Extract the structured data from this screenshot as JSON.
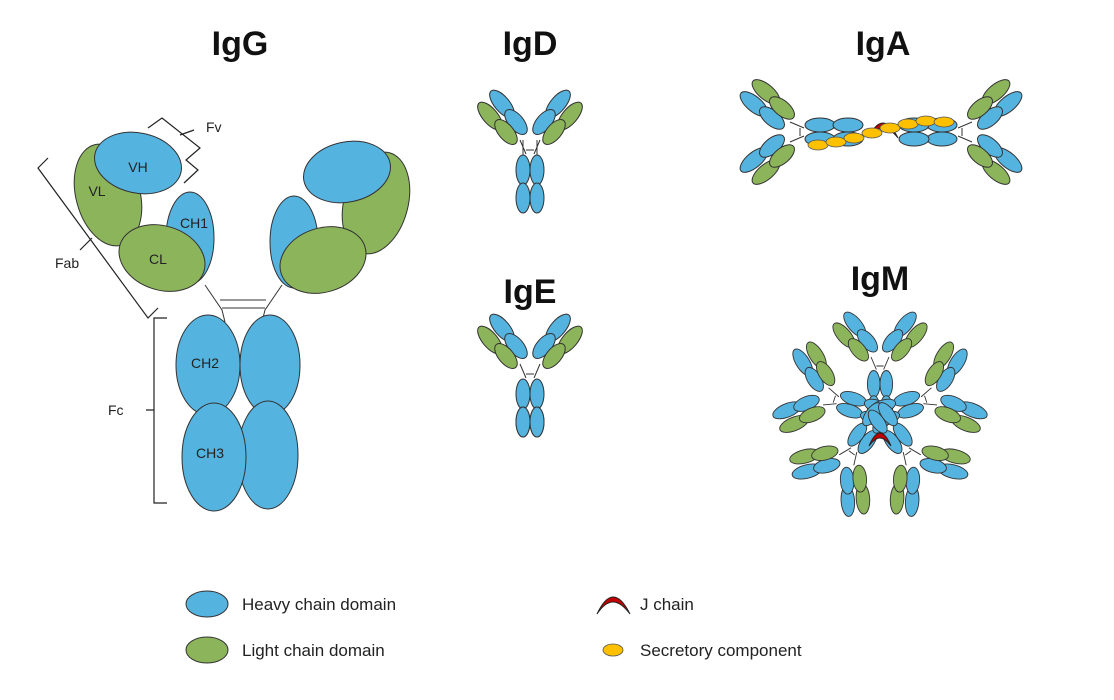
{
  "titles": {
    "igg": "IgG",
    "igd": "IgD",
    "iga": "IgA",
    "ige": "IgE",
    "igm": "IgM"
  },
  "igg_labels": {
    "vh": "VH",
    "vl": "VL",
    "ch1": "CH1",
    "cl": "CL",
    "ch2": "CH2",
    "ch3": "CH3"
  },
  "regions": {
    "fv": "Fv",
    "fab": "Fab",
    "fc": "Fc"
  },
  "legend": {
    "heavy": "Heavy chain domain",
    "light": "Light chain domain",
    "j_chain": "J chain",
    "secretory": "Secretory component"
  },
  "colors": {
    "heavy_chain": "#55b3e0",
    "light_chain": "#8cb45a",
    "j_chain": "#c00000",
    "secretory_component": "#ffc000"
  }
}
